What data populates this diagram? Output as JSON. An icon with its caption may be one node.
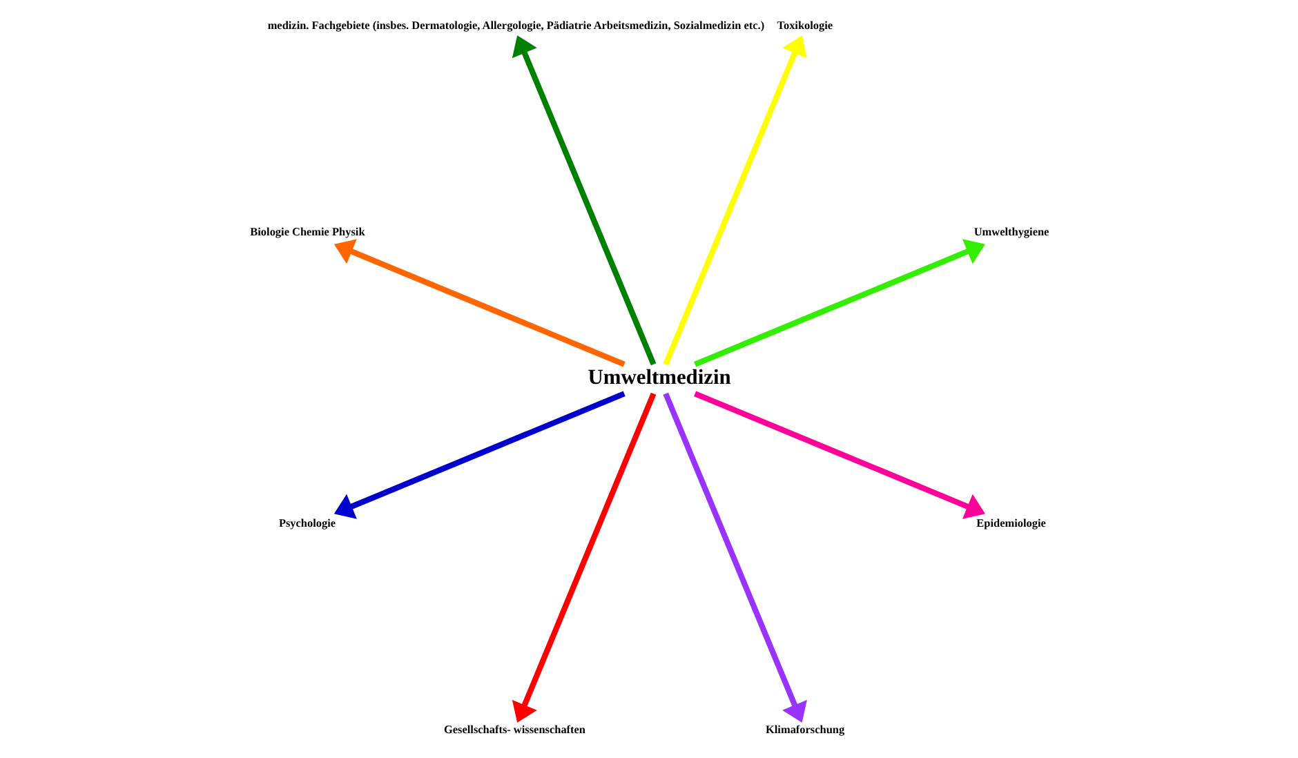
{
  "diagram": {
    "nodes": [
      {
        "text": [
          "Umwelthygiene"
        ]
      },
      {
        "text": [
          "Toxikologie"
        ]
      },
      {
        "text": [
          "medizin. Fachgebiete (insbes. Dermatologie, Allergologie, Pädiatrie Arbeitsmedizin, Sozialmedizin etc.)"
        ]
      },
      {
        "text": [
          "Biologie Chemie Physik"
        ]
      },
      {
        "text": [
          "Umweltmedizin"
        ]
      },
      {
        "text": [
          "Psychologie"
        ]
      },
      {
        "text": [
          "Gesellschafts- wissenschaften"
        ]
      },
      {
        "text": [
          "Klimaforschung"
        ]
      },
      {
        "text": [
          "Epidemiologie"
        ]
      }
    ],
    "edges": [
      {
        "from": 4,
        "to": 0,
        "arrow": "to",
        "color": "#33ee00"
      },
      {
        "from": 4,
        "to": 1,
        "arrow": "to",
        "color": "#ffff00"
      },
      {
        "from": 4,
        "to": 3,
        "arrow": "to",
        "color": "#ff6600"
      },
      {
        "from": 4,
        "to": 6,
        "arrow": "to",
        "color": "#ff0000"
      },
      {
        "from": 4,
        "to": 8,
        "arrow": "to",
        "color": "#ff0099"
      },
      {
        "from": 4,
        "to": 7,
        "arrow": "to",
        "color": "#9933ff"
      },
      {
        "from": 4,
        "to": 5,
        "arrow": "to",
        "color": "#0000cc"
      },
      {
        "from": 4,
        "to": 2,
        "arrow": "to",
        "color": "#008000"
      }
    ]
  }
}
